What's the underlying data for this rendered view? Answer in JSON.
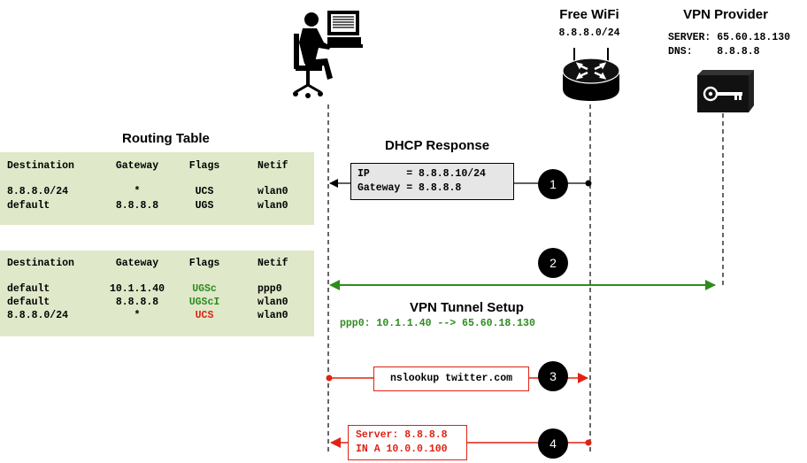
{
  "labels": {
    "free_wifi": "Free WiFi",
    "wifi_subnet": "8.8.8.0/24",
    "vpn_provider": "VPN Provider",
    "vpn_server": "SERVER: 65.60.18.130",
    "vpn_dns": "DNS:    8.8.8.8",
    "routing_table": "Routing Table",
    "dhcp_response": "DHCP Response",
    "vpn_tunnel_setup": "VPN Tunnel Setup"
  },
  "tunnel": {
    "iface": "ppp0:",
    "route": "10.1.1.40 --> 65.60.18.130"
  },
  "dhcp": {
    "ip_line": "IP      = 8.8.8.10/24",
    "gw_line": "Gateway = 8.8.8.8"
  },
  "nslookup": "nslookup twitter.com",
  "dns_reply": {
    "line1": "Server: 8.8.8.8",
    "line2": "IN A 10.0.0.100"
  },
  "steps": [
    "1",
    "2",
    "3",
    "4"
  ],
  "table_headers": {
    "destination": "Destination",
    "gateway": "Gateway",
    "flags": "Flags",
    "netif": "Netif"
  },
  "routing_before": [
    {
      "destination": "8.8.8.0/24",
      "gateway": "*",
      "flags": "UCS",
      "netif": "wlan0"
    },
    {
      "destination": "default",
      "gateway": "8.8.8.8",
      "flags": "UGS",
      "netif": "wlan0"
    }
  ],
  "routing_after": [
    {
      "destination": "default",
      "gateway": "10.1.1.40",
      "flags": "UGSc",
      "netif": "ppp0"
    },
    {
      "destination": "default",
      "gateway": "8.8.8.8",
      "flags": "UGScI",
      "netif": "wlan0"
    },
    {
      "destination": "8.8.8.0/24",
      "gateway": "*",
      "flags": "UCS",
      "netif": "wlan0"
    }
  ],
  "colors": {
    "table_bg": "#dfe8c9",
    "green": "#2e8b1e",
    "red": "#e02214",
    "msg_bg": "#e6e6e6"
  },
  "icons": [
    "user-at-computer-icon",
    "router-icon",
    "vpn-key-box-icon"
  ]
}
